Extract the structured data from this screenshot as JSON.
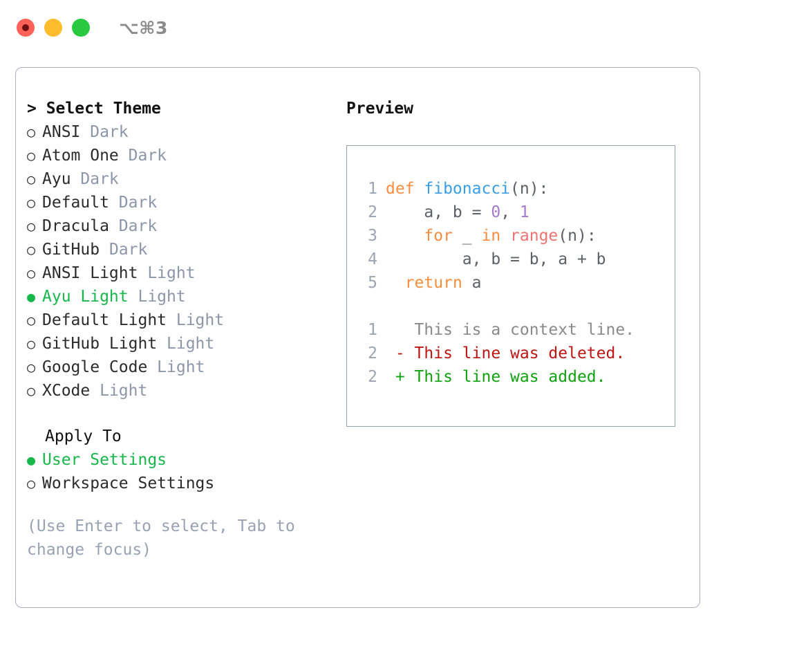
{
  "titlebar": {
    "shortcut": "⌥⌘3",
    "buttons": {
      "close": "close-button",
      "minimize": "minimize-button",
      "maximize": "maximize-button"
    }
  },
  "left": {
    "heading": "> Select Theme",
    "themes": [
      {
        "bullet": "○",
        "name": "ANSI",
        "tag": " Dark",
        "selected": false
      },
      {
        "bullet": "○",
        "name": "Atom One",
        "tag": " Dark",
        "selected": false
      },
      {
        "bullet": "○",
        "name": "Ayu",
        "tag": " Dark",
        "selected": false
      },
      {
        "bullet": "○",
        "name": "Default",
        "tag": " Dark",
        "selected": false
      },
      {
        "bullet": "○",
        "name": "Dracula",
        "tag": " Dark",
        "selected": false
      },
      {
        "bullet": "○",
        "name": "GitHub",
        "tag": " Dark",
        "selected": false
      },
      {
        "bullet": "○",
        "name": "ANSI Light",
        "tag": " Light",
        "selected": false
      },
      {
        "bullet": "●",
        "name": "Ayu Light",
        "tag": " Light",
        "selected": true
      },
      {
        "bullet": "○",
        "name": "Default Light",
        "tag": " Light",
        "selected": false
      },
      {
        "bullet": "○",
        "name": "GitHub Light",
        "tag": " Light",
        "selected": false
      },
      {
        "bullet": "○",
        "name": "Google Code",
        "tag": " Light",
        "selected": false
      },
      {
        "bullet": "○",
        "name": "XCode",
        "tag": " Light",
        "selected": false
      }
    ],
    "apply_to_heading": "Apply To",
    "apply_to": [
      {
        "bullet": "●",
        "name": "User Settings",
        "selected": true
      },
      {
        "bullet": "○",
        "name": "Workspace Settings",
        "selected": false
      }
    ],
    "hint": "(Use Enter to select, Tab to change focus)"
  },
  "right": {
    "preview_title": "Preview",
    "code_lines": [
      {
        "no": "1",
        "tokens": [
          {
            "t": "def ",
            "c": "t-kw"
          },
          {
            "t": "fibonacci",
            "c": "t-fn"
          },
          {
            "t": "(n):",
            "c": "t-plain"
          }
        ]
      },
      {
        "no": "2",
        "tokens": [
          {
            "t": "    a, b = ",
            "c": "t-plain"
          },
          {
            "t": "0",
            "c": "t-num"
          },
          {
            "t": ", ",
            "c": "t-plain"
          },
          {
            "t": "1",
            "c": "t-num"
          }
        ]
      },
      {
        "no": "3",
        "tokens": [
          {
            "t": "    ",
            "c": "t-plain"
          },
          {
            "t": "for",
            "c": "t-kw"
          },
          {
            "t": " _ ",
            "c": "t-plain"
          },
          {
            "t": "in",
            "c": "t-kw"
          },
          {
            "t": " ",
            "c": "t-plain"
          },
          {
            "t": "range",
            "c": "t-call"
          },
          {
            "t": "(n):",
            "c": "t-plain"
          }
        ]
      },
      {
        "no": "4",
        "tokens": [
          {
            "t": "        a, b = b, a + b",
            "c": "t-plain"
          }
        ]
      },
      {
        "no": "5",
        "tokens": [
          {
            "t": "  ",
            "c": "t-plain"
          },
          {
            "t": "return",
            "c": "t-kw"
          },
          {
            "t": " a",
            "c": "t-plain"
          }
        ]
      }
    ],
    "diff_lines": [
      {
        "no": "1",
        "text": "   This is a context line.",
        "cls": "t-ctx"
      },
      {
        "no": "2",
        "text": " - This line was deleted.",
        "cls": "t-del"
      },
      {
        "no": "2",
        "text": " + This line was added.",
        "cls": "t-add"
      }
    ]
  },
  "colors": {
    "accent_green": "#16B74B",
    "keyword_orange": "#FA8D3E",
    "function_blue": "#399EE6",
    "number_purple": "#A37ACC",
    "call_red": "#F07171",
    "muted_gray": "#8C96A8",
    "diff_deleted": "#BF1515",
    "diff_added": "#10A310",
    "border": "#A8B1BE"
  }
}
